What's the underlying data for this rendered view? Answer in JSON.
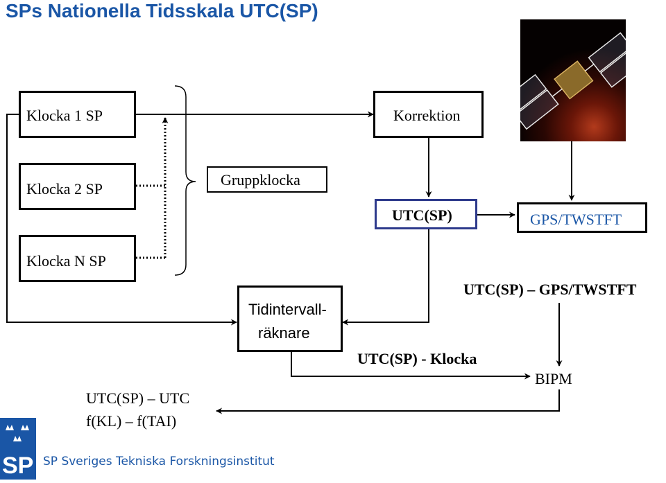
{
  "title": "SPs Nationella Tidsskala UTC(SP)",
  "boxes": {
    "klocka1": "Klocka 1 SP",
    "klocka2": "Klocka 2 SP",
    "klockaN": "Klocka N SP",
    "gruppklocka": "Gruppklocka",
    "korrektion": "Korrektion",
    "utcsp": "UTC(SP)",
    "gps": "GPS/TWSTFT",
    "tidintervall_1": "Tidintervall-",
    "tidintervall_2": "räknare"
  },
  "labels": {
    "utcsp_gps": "UTC(SP) – GPS/TWSTFT",
    "utcsp_klocka": "UTC(SP) - Klocka",
    "bipm": "BIPM",
    "utcsp_utc": "UTC(SP) – UTC",
    "fkl_ftai": "f(KL) – f(TAI)"
  },
  "logo_text": "SP",
  "footer": "SP Sveriges Tekniska Forskningsinstitut",
  "colors": {
    "brand": "#1a56a6",
    "utcsp_box_border": "#2e3a8c",
    "gps_text": "#1a56a6",
    "box_border": "#000000"
  },
  "icons": [
    "satellite-image",
    "three-crowns-icon"
  ]
}
